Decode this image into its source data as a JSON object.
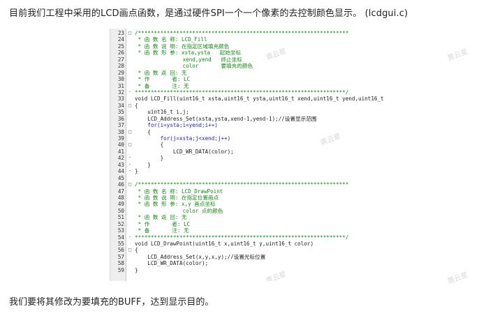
{
  "intro_text": "目前我们工程中采用的LCD画点函数，是通过硬件SPI一个一个像素的去控制颜色显示。  (lcdgui.c)",
  "outro_text": "我们要将其修改为要填充的BUFF，达到显示目的。",
  "watermark": "黄云星",
  "code": [
    {
      "n": "23",
      "m": "□",
      "t": "/******************************************************************",
      "c": "comment"
    },
    {
      "n": "24",
      "m": "",
      "t": " * 函 数 名 称: LCD_Fill",
      "c": "comment"
    },
    {
      "n": "25",
      "m": "",
      "t": " * 函 数 说 明: 在指定区域填充颜色",
      "c": "comment"
    },
    {
      "n": "26",
      "m": "",
      "t": " * 函 数 形 参: xsta,ysta   起始坐标",
      "c": "comment"
    },
    {
      "n": "27",
      "m": "",
      "t": "               xend,yend   终止坐标",
      "c": "comment"
    },
    {
      "n": "28",
      "m": "",
      "t": "               color       要填充的颜色",
      "c": "comment"
    },
    {
      "n": "29",
      "m": "",
      "t": " * 函 数 返 回: 无",
      "c": "comment"
    },
    {
      "n": "30",
      "m": "",
      "t": " * 作       者: LC",
      "c": "comment"
    },
    {
      "n": "31",
      "m": "",
      "t": " * 备       注: 无",
      "c": "comment"
    },
    {
      "n": "32",
      "m": "-",
      "t": "******************************************************************/",
      "c": "comment"
    },
    {
      "n": "33",
      "m": "",
      "t": "void LCD_Fill(uint16_t xsta,uint16_t ysta,uint16_t xend,uint16_t yend,uint16_t color)",
      "c": "code"
    },
    {
      "n": "34",
      "m": "□",
      "t": "{",
      "c": "code"
    },
    {
      "n": "35",
      "m": "",
      "t": "    uint16_t i,j;",
      "c": "code"
    },
    {
      "n": "36",
      "m": "",
      "t": "    LCD_Address_Set(xsta,ysta,xend-1,yend-1);//设置显示范围",
      "c": "code"
    },
    {
      "n": "37",
      "m": "",
      "t": "    for(i=ysta;i<yend;i++)",
      "c": "keyword"
    },
    {
      "n": "38",
      "m": "□",
      "t": "    {",
      "c": "code"
    },
    {
      "n": "39",
      "m": "",
      "t": "        for(j=xsta;j<xend;j++)",
      "c": "keyword"
    },
    {
      "n": "40",
      "m": "□",
      "t": "        {",
      "c": "code"
    },
    {
      "n": "41",
      "m": "",
      "t": "            LCD_WR_DATA(color);",
      "c": "code"
    },
    {
      "n": "42",
      "m": "-",
      "t": "        }",
      "c": "code"
    },
    {
      "n": "43",
      "m": "-",
      "t": "    }",
      "c": "code"
    },
    {
      "n": "44",
      "m": "-",
      "t": "}",
      "c": "code"
    },
    {
      "n": "45",
      "m": "",
      "t": "",
      "c": "code"
    },
    {
      "n": "46",
      "m": "□",
      "t": "/******************************************************************",
      "c": "comment"
    },
    {
      "n": "47",
      "m": "",
      "t": " * 函 数 名 称: LCD_DrawPoint",
      "c": "comment"
    },
    {
      "n": "48",
      "m": "",
      "t": " * 函 数 说 明: 在指定位置画点",
      "c": "comment"
    },
    {
      "n": "49",
      "m": "",
      "t": " * 函 数 形 参: x,y 画点坐标",
      "c": "comment"
    },
    {
      "n": "50",
      "m": "",
      "t": "               color 点的颜色",
      "c": "comment"
    },
    {
      "n": "51",
      "m": "",
      "t": " * 函 数 返 回: 无",
      "c": "comment"
    },
    {
      "n": "52",
      "m": "",
      "t": " * 作       者: LC",
      "c": "comment"
    },
    {
      "n": "53",
      "m": "",
      "t": " * 备       注: 无",
      "c": "comment"
    },
    {
      "n": "54",
      "m": "-",
      "t": "******************************************************************/",
      "c": "comment"
    },
    {
      "n": "55",
      "m": "",
      "t": "void LCD_DrawPoint(uint16_t x,uint16_t y,uint16_t color)",
      "c": "code"
    },
    {
      "n": "56",
      "m": "□",
      "t": "{",
      "c": "code"
    },
    {
      "n": "57",
      "m": "",
      "t": "    LCD_Address_Set(x,y,x,y);//设置光标位置",
      "c": "code"
    },
    {
      "n": "58",
      "m": "",
      "t": "    LCD_WR_DATA(color);",
      "c": "code"
    },
    {
      "n": "59",
      "m": "",
      "t": "}",
      "c": "code"
    }
  ]
}
